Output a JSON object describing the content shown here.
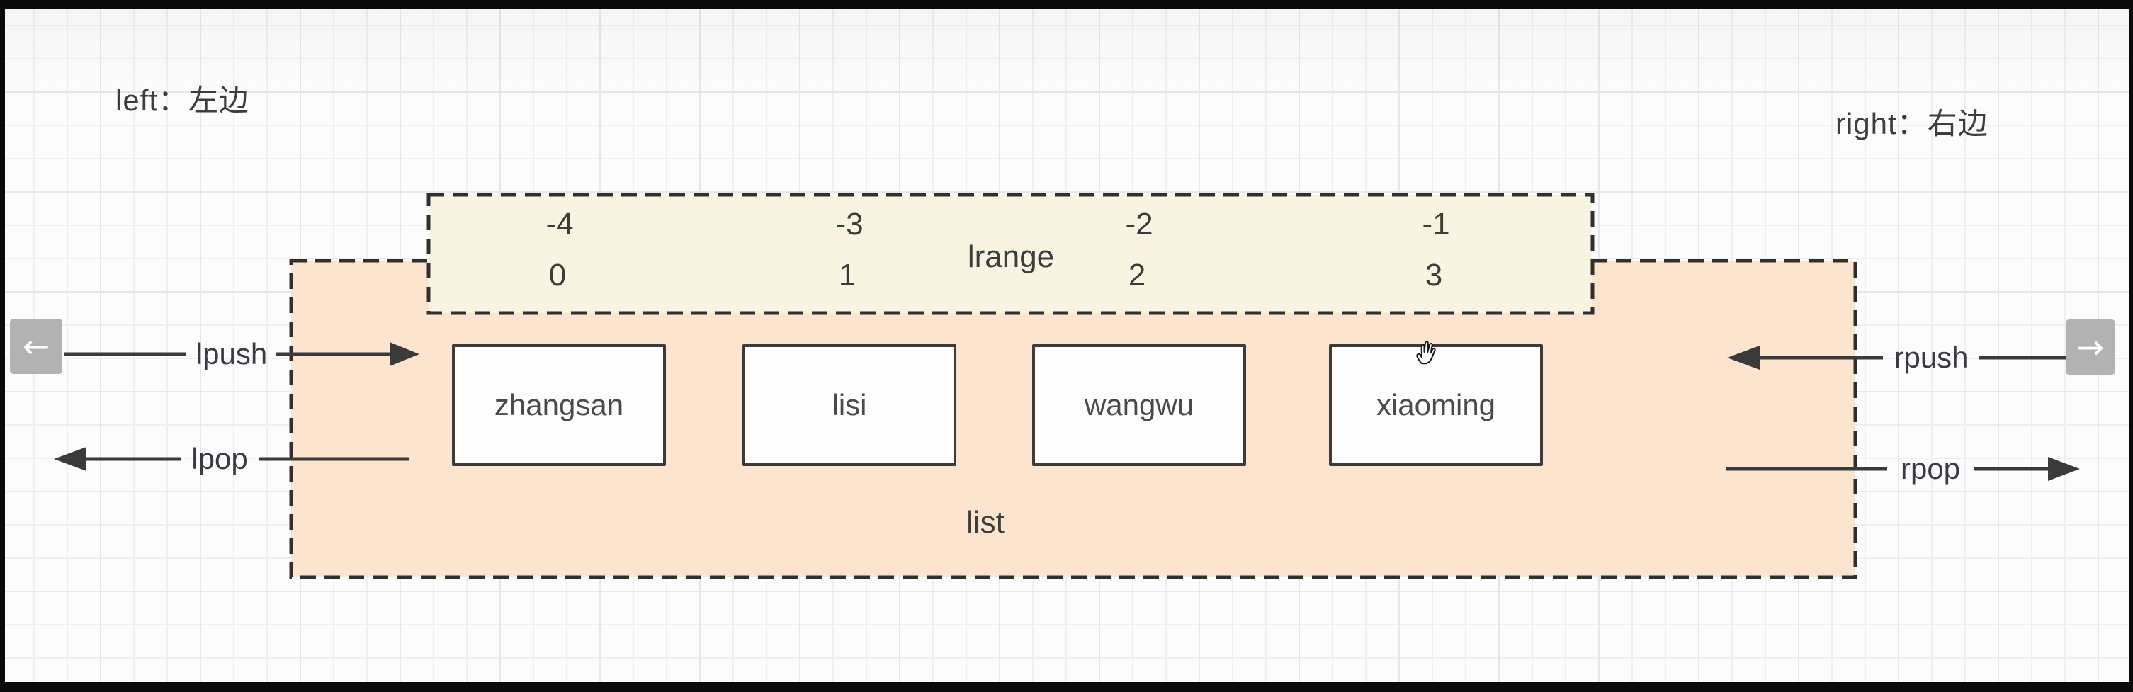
{
  "titles": {
    "left": "left：左边",
    "right": "right：右边"
  },
  "lrange_box": {
    "label": "lrange",
    "negative_indices": [
      "-4",
      "-3",
      "-2",
      "-1"
    ],
    "positive_indices": [
      "0",
      "1",
      "2",
      "3"
    ]
  },
  "list_box": {
    "label": "list",
    "items": [
      "zhangsan",
      "lisi",
      "wangwu",
      "xiaoming"
    ]
  },
  "arrows": {
    "lpush": "lpush",
    "lpop": "lpop",
    "rpush": "rpush",
    "rpop": "rpop"
  },
  "nav": {
    "prev": "←",
    "next": "→"
  },
  "colors": {
    "cream": "#f8f4e1",
    "peach": "#fce4cf",
    "dash_stroke": "#2f2f2f",
    "arrow_stroke": "#3a3a3a",
    "button_gray": "#b2b2b2"
  }
}
